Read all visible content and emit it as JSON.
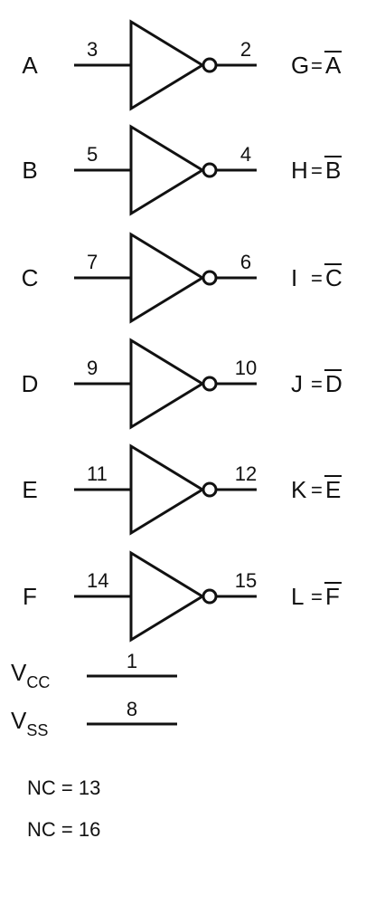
{
  "gates": [
    {
      "input": "A",
      "in_pin": "3",
      "out_pin": "2",
      "output": "G",
      "operand": "A"
    },
    {
      "input": "B",
      "in_pin": "5",
      "out_pin": "4",
      "output": "H",
      "operand": "B"
    },
    {
      "input": "C",
      "in_pin": "7",
      "out_pin": "6",
      "output": "I",
      "operand": "C"
    },
    {
      "input": "D",
      "in_pin": "9",
      "out_pin": "10",
      "output": "J",
      "operand": "D"
    },
    {
      "input": "E",
      "in_pin": "11",
      "out_pin": "12",
      "output": "K",
      "operand": "E"
    },
    {
      "input": "F",
      "in_pin": "14",
      "out_pin": "15",
      "output": "L",
      "operand": "F"
    }
  ],
  "operator": "=",
  "power": [
    {
      "base": "V",
      "sub": "CC",
      "pin": "1"
    },
    {
      "base": "V",
      "sub": "SS",
      "pin": "8"
    }
  ],
  "nc": [
    "NC = 13",
    "NC = 16"
  ]
}
